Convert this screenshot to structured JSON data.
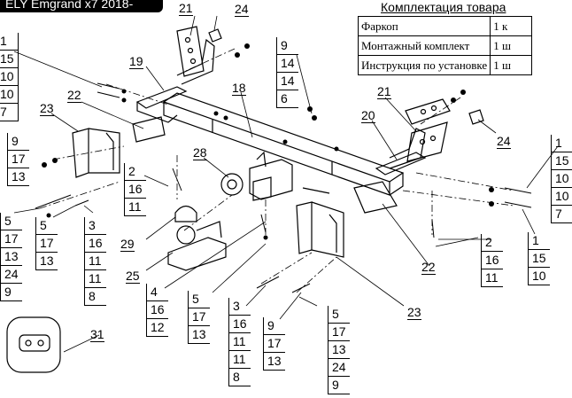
{
  "header": {
    "title": "ELY Emgrand x7 2018-"
  },
  "kit_table": {
    "title": "Комплектация товара",
    "rows": [
      {
        "item": "Фаркоп",
        "qty": "1 к"
      },
      {
        "item": "Монтажный комплект",
        "qty": "1 ш"
      },
      {
        "item": "Инструкция по установке",
        "qty": "1 ш"
      }
    ]
  },
  "callouts": {
    "c21a": "21",
    "c24a": "24",
    "c19": "19",
    "c18": "18",
    "c22a": "22",
    "c23a": "23",
    "c21b": "21",
    "c20": "20",
    "c24b": "24",
    "c28": "28",
    "c29": "29",
    "c25": "25",
    "c22b": "22",
    "c23b": "23",
    "c31": "31"
  },
  "stacks": {
    "left_top": [
      "1",
      "15",
      "10",
      "10",
      "7"
    ],
    "s9_top": [
      "9",
      "14",
      "14",
      "6"
    ],
    "s9_left": [
      "9",
      "17",
      "13"
    ],
    "s2_left": [
      "2",
      "16",
      "11"
    ],
    "s5_left": [
      "5",
      "17",
      "13",
      "24",
      "9"
    ],
    "s5_mid": [
      "5",
      "17",
      "13"
    ],
    "s3_left": [
      "3",
      "16",
      "11",
      "11",
      "8"
    ],
    "s4": [
      "4",
      "16",
      "12"
    ],
    "s5_center": [
      "5",
      "17",
      "13"
    ],
    "s3_center": [
      "3",
      "16",
      "11",
      "11",
      "8"
    ],
    "s9_center": [
      "9",
      "17",
      "13"
    ],
    "s5_right": [
      "5",
      "17",
      "13",
      "24",
      "9"
    ],
    "right_top": [
      "1",
      "15",
      "10",
      "10",
      "7"
    ],
    "s2_right": [
      "2",
      "16",
      "11"
    ],
    "s1_right": [
      "1",
      "15",
      "10"
    ]
  }
}
